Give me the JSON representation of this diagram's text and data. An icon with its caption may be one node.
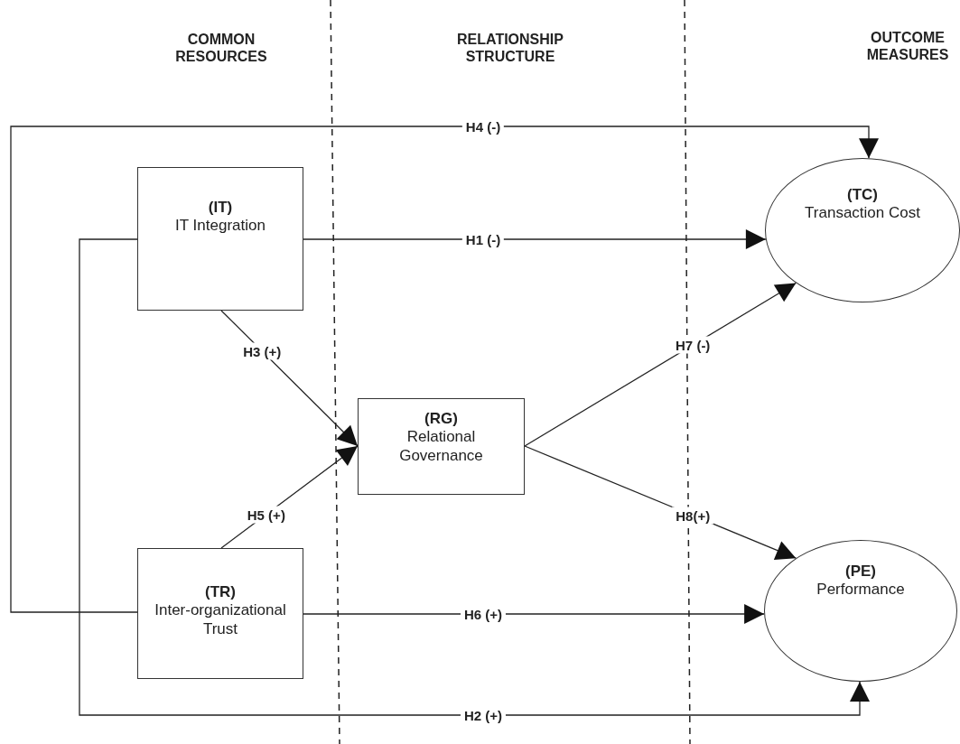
{
  "diagram": {
    "nodes": [
      {
        "text": [
          "(IT)",
          "IT Integration"
        ]
      },
      {
        "text": [
          "(RG)",
          "Relational Governance"
        ]
      },
      {
        "text": [
          "(TR)",
          "Inter-organizational Trust"
        ]
      },
      {
        "text": [
          "(TC)",
          "Transaction Cost"
        ]
      },
      {
        "text": [
          "(**PE**)",
          "Performance"
        ]
      }
    ],
    "edges": [
      {
        "from": 2,
        "to": 3,
        "arrow": "to",
        "label": "H4 (-)"
      },
      {
        "from": 0,
        "to": 3,
        "arrow": "to",
        "label": "H1 (-)"
      },
      {
        "from": 0,
        "to": 1,
        "arrow": "to",
        "label": "H3 (+)"
      },
      {
        "from": 2,
        "to": 1,
        "arrow": "to",
        "label": "H5 (+)"
      },
      {
        "from": 1,
        "to": 3,
        "arrow": "to",
        "label": "H7 (-)"
      },
      {
        "from": 1,
        "to": 4,
        "arrow": "to",
        "label": "H8(+)"
      },
      {
        "from": 2,
        "to": 4,
        "arrow": "to",
        "label": "H6 (+)"
      },
      {
        "from": 0,
        "to": 4,
        "arrow": "to",
        "label": "H2 (+)"
      }
    ],
    "labels": [
      "COMMON RESOURCES",
      "RELATIONSHIP STRUCTURE",
      "OUTCOME MEASURES"
    ]
  }
}
